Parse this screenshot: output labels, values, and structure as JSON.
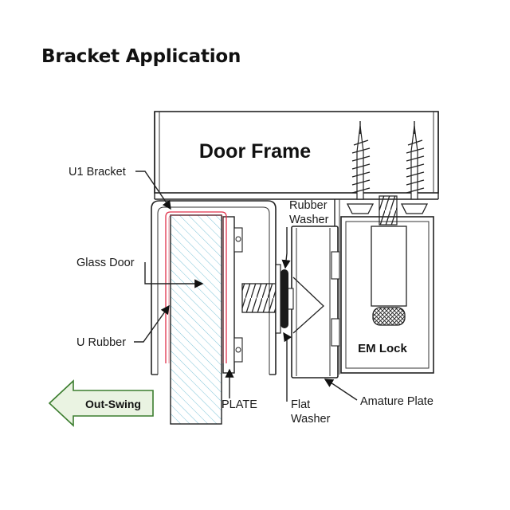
{
  "title": "Bracket Application",
  "labels": {
    "door_frame": "Door Frame",
    "u1_bracket": "U1 Bracket",
    "glass_door": "Glass Door",
    "u_rubber": "U Rubber",
    "out_swing": "Out-Swing",
    "plate": "PLATE",
    "rubber_washer_1": "Rubber",
    "rubber_washer_2": "Washer",
    "flat_washer_1": "Flat",
    "flat_washer_2": "Washer",
    "amature_plate": "Amature Plate",
    "em_lock": "EM Lock"
  },
  "colors": {
    "line": "#222222",
    "glass_hatch": "#7fc4d8",
    "u_rubber": "#e0304a",
    "arrow_fill": "#eaf3e2",
    "arrow_stroke": "#3b7d2e"
  }
}
